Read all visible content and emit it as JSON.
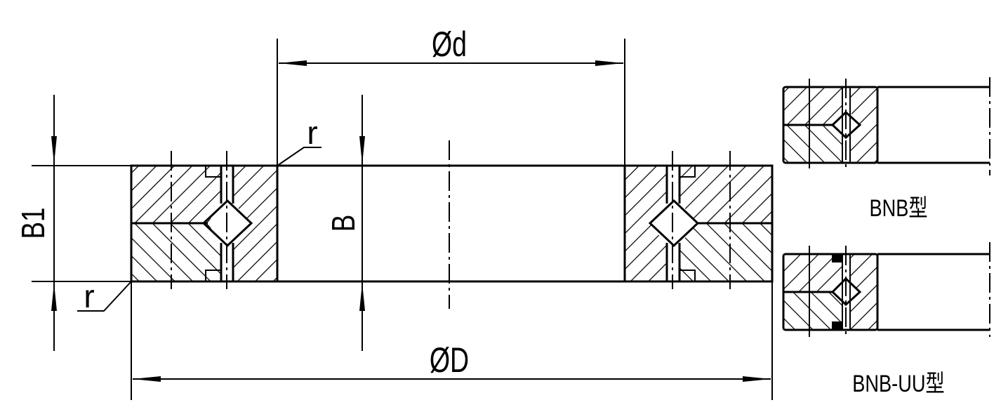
{
  "labels": {
    "inner_diameter": "Ød",
    "outer_diameter": "ØD",
    "width_b1": "B1",
    "width_b": "B",
    "radius_top": "r",
    "radius_bottom": "r",
    "variant_bnb": "BNB型",
    "variant_bnb_uu": "BNB-UU型"
  },
  "colors": {
    "line": "#000000",
    "background": "#ffffff"
  }
}
